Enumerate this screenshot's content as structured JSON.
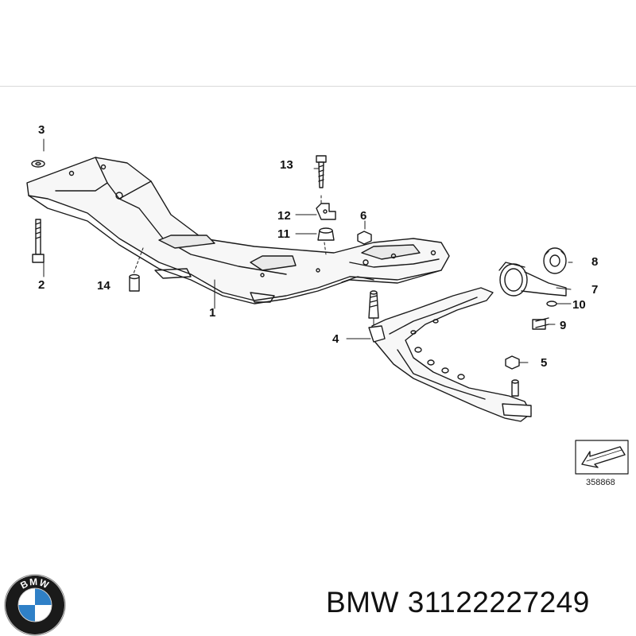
{
  "diagram": {
    "labels": {
      "p1": "1",
      "p2": "2",
      "p3": "3",
      "p4": "4",
      "p5": "5",
      "p6": "6",
      "p7": "7",
      "p8": "8",
      "p9": "9",
      "p10": "10",
      "p11": "11",
      "p12": "12",
      "p13": "13",
      "p14": "14"
    },
    "ref_code": "358868"
  },
  "brand": {
    "logo_text": "BMW",
    "logo_colors": {
      "blue": "#2f80c7",
      "ring": "#1a1a1a",
      "white": "#ffffff"
    }
  },
  "caption": {
    "text": "BMW 31122227249"
  }
}
